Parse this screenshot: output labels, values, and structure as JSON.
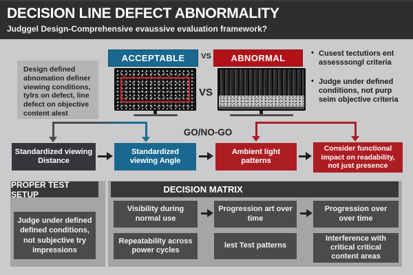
{
  "header": {
    "title": "DECISION LINE DEFECT ABNORMALITY",
    "subtitle": "Judggel Design-Comprehensive evaussive evaluation framework?"
  },
  "comparison": {
    "info_box": "Design defined abnomation definer viewing conditions, tylrs on defect, line defect on objective content alest",
    "acceptable_label": "ACCEPTABLE",
    "abnormal_label": "ABNORMAL",
    "vs_labels_top": "VS",
    "vs_labels_mid": "VS",
    "bullets": [
      "Cusest tectutiors ent assesssongl criteria",
      "Judge under defined conditions, not purp seim objective criteria"
    ]
  },
  "flow": {
    "label": "GO/NO-GO",
    "steps": [
      {
        "text": "Standardized viewing Distance",
        "color": "#36363a"
      },
      {
        "text": "Standardized viewing Angle",
        "color": "#19688f"
      },
      {
        "text": "Ambient light patterns",
        "color": "#ad1e23"
      },
      {
        "text": "Consider functional impact on readability, not just presence",
        "color": "#ad1e23"
      }
    ]
  },
  "proper_test_setup": {
    "title": "PROPER TEST SETUP",
    "note": "Judge under defined defined conditions, not subjective try impressions"
  },
  "decision_matrix": {
    "title": "DECISION MATRIX",
    "row1": [
      "Visibility during normal use",
      "Progression art over time",
      "Progression over over time"
    ],
    "row2": [
      "Repeatability across power cycles",
      "lest Test patterns",
      "Interference with critical critical content areas"
    ]
  },
  "colors": {
    "header_bg": "#2d2e30",
    "page_bg": "#cbcbcd",
    "accent_blue": "#19688f",
    "accent_red": "#ad1e23",
    "dark_box": "#38383a",
    "panel_gray": "#a5a5a7",
    "defect_frame_red": "#b8272c"
  }
}
